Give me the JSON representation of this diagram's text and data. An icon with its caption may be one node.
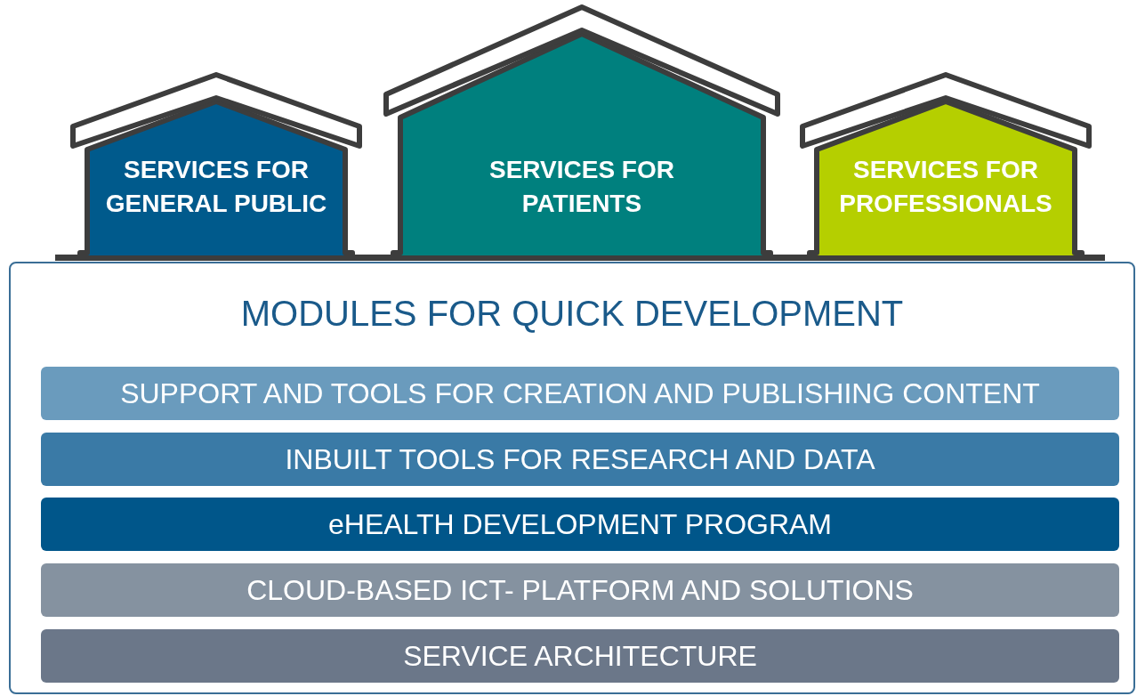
{
  "diagram": {
    "nodes": [
      {
        "text": [
          "SERVICES FOR GENERAL PUBLIC"
        ]
      },
      {
        "text": [
          "SERVICES FOR PATIENTS"
        ]
      },
      {
        "text": [
          "SERVICES FOR PROFESSIONALS"
        ]
      },
      {
        "text": [
          "MODULES FOR QUICK DEVELOPMENT"
        ]
      },
      {
        "text": [
          "SUPPORT AND TOOLS FOR CREATION AND PUBLISHING CONTENT"
        ],
        "in": 3
      },
      {
        "text": [
          "INBUILT TOOLS FOR RESEARCH AND DATA"
        ],
        "in": 3
      },
      {
        "text": [
          "eHEALTH DEVELOPMENT PROGRAM"
        ],
        "in": 3
      },
      {
        "text": [
          "CLOUD-BASED ICT- PLATFORM AND SOLUTIONS"
        ],
        "in": 3
      },
      {
        "text": [
          "SERVICE ARCHITECTURE"
        ],
        "in": 3
      }
    ]
  }
}
